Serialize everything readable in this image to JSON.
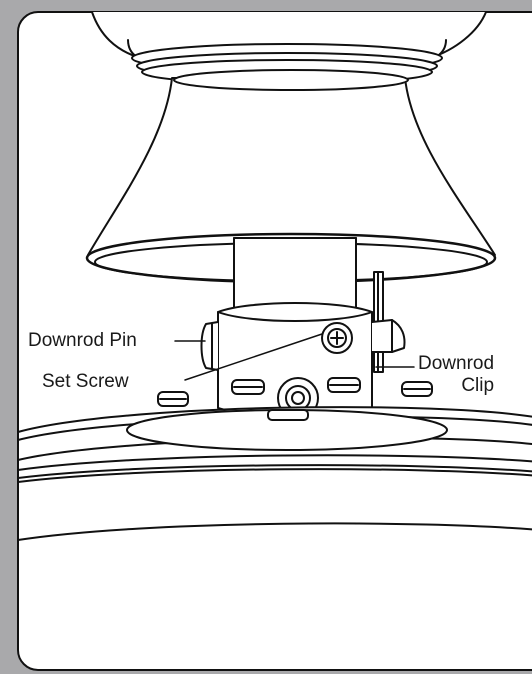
{
  "diagram": {
    "callouts": {
      "downrod_pin": "Downrod Pin",
      "set_screw": "Set Screw",
      "downrod_clip_line1": "Downrod",
      "downrod_clip_line2": "Clip"
    },
    "colors": {
      "background": "#a9a9ab",
      "panel": "#ffffff",
      "stroke": "#111111"
    }
  }
}
